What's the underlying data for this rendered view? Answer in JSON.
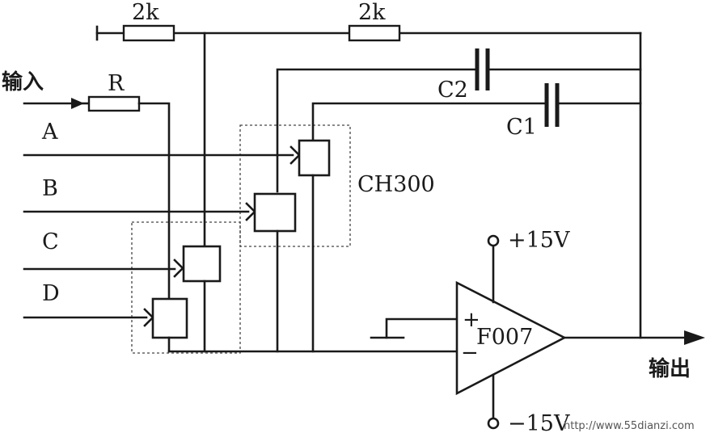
{
  "labels": {
    "resistor_top_left": "2k",
    "resistor_top_right": "2k",
    "input": "输入",
    "resistor_input": "R",
    "line_a": "A",
    "line_b": "B",
    "line_c": "C",
    "line_d": "D",
    "capacitor_c2": "C2",
    "capacitor_c1": "C1",
    "switch_chip": "CH300",
    "supply_positive": "+15V",
    "supply_negative": "−15V",
    "opamp": "F007",
    "opamp_plus": "+",
    "opamp_minus": "−",
    "output": "输出",
    "watermark": "http://www.55dianzi.com"
  }
}
